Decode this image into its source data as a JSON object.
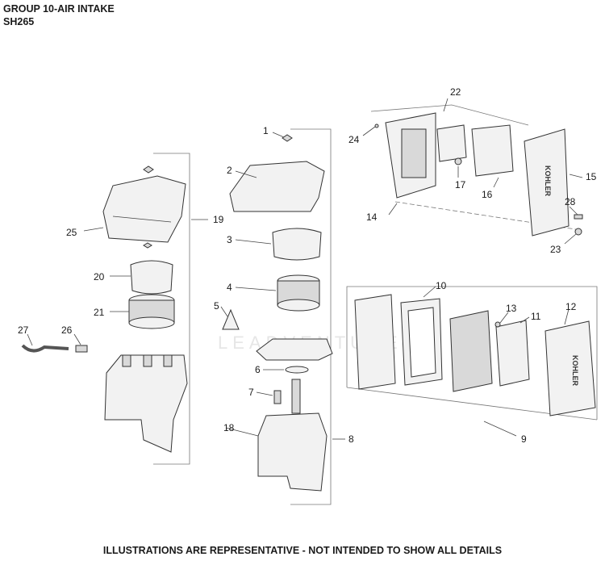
{
  "header": {
    "line1": "GROUP 10-AIR INTAKE",
    "line2": "SH265"
  },
  "footer": "ILLUSTRATIONS ARE REPRESENTATIVE - NOT INTENDED TO SHOW ALL DETAILS",
  "watermark": "LEADVENTURE",
  "brand_mark": "KOHLER",
  "callouts": [
    "1",
    "2",
    "3",
    "4",
    "5",
    "6",
    "7",
    "8",
    "9",
    "10",
    "11",
    "12",
    "13",
    "14",
    "15",
    "16",
    "17",
    "18",
    "19",
    "20",
    "21",
    "22",
    "23",
    "24",
    "25",
    "26",
    "27",
    "28"
  ]
}
